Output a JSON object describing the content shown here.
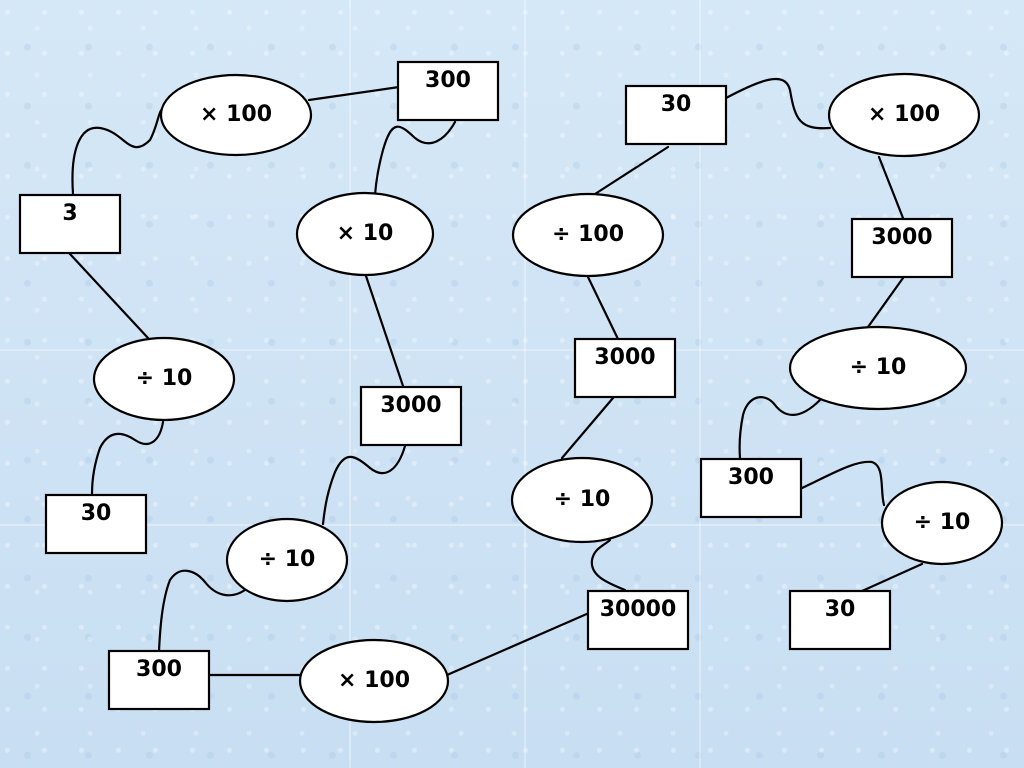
{
  "nodes": [
    {
      "id": "n3",
      "kind": "box",
      "text": "3"
    },
    {
      "id": "op_x100_a",
      "kind": "oval",
      "text": "× 100"
    },
    {
      "id": "n300_a",
      "kind": "box",
      "text": "300"
    },
    {
      "id": "op_div10_a",
      "kind": "oval",
      "text": "÷ 10"
    },
    {
      "id": "n30_a",
      "kind": "box",
      "text": "30"
    },
    {
      "id": "op_x10",
      "kind": "oval",
      "text": "× 10"
    },
    {
      "id": "n3000_a",
      "kind": "box",
      "text": "3000"
    },
    {
      "id": "op_div10_b",
      "kind": "oval",
      "text": "÷ 10"
    },
    {
      "id": "n300_b",
      "kind": "box",
      "text": "300"
    },
    {
      "id": "op_x100_b",
      "kind": "oval",
      "text": "× 100"
    },
    {
      "id": "n30000",
      "kind": "box",
      "text": "30000"
    },
    {
      "id": "op_div10_c",
      "kind": "oval",
      "text": "÷ 10"
    },
    {
      "id": "n3000_b",
      "kind": "box",
      "text": "3000"
    },
    {
      "id": "op_div100",
      "kind": "oval",
      "text": "÷ 100"
    },
    {
      "id": "n30_b",
      "kind": "box",
      "text": "30"
    },
    {
      "id": "op_x100_c",
      "kind": "oval",
      "text": "× 100"
    },
    {
      "id": "n3000_c",
      "kind": "box",
      "text": "3000"
    },
    {
      "id": "op_div10_d",
      "kind": "oval",
      "text": "÷ 10"
    },
    {
      "id": "n300_c",
      "kind": "box",
      "text": "300"
    },
    {
      "id": "op_div10_e",
      "kind": "oval",
      "text": "÷ 10"
    },
    {
      "id": "n30_c",
      "kind": "box",
      "text": "30"
    }
  ],
  "edges": [
    [
      "n3",
      "op_x100_a"
    ],
    [
      "op_x100_a",
      "n300_a"
    ],
    [
      "n300_a",
      "op_x10"
    ],
    [
      "op_x10",
      "n3000_a"
    ],
    [
      "n3000_a",
      "op_div10_b"
    ],
    [
      "op_div10_b",
      "n300_b"
    ],
    [
      "n300_b",
      "op_x100_b"
    ],
    [
      "op_x100_b",
      "n30000"
    ],
    [
      "n30000",
      "op_div10_c"
    ],
    [
      "op_div10_c",
      "n3000_b"
    ],
    [
      "n3000_b",
      "op_div100"
    ],
    [
      "op_div100",
      "n30_b"
    ],
    [
      "n30_b",
      "op_x100_c"
    ],
    [
      "op_x100_c",
      "n3000_c"
    ],
    [
      "n3000_c",
      "op_div10_d"
    ],
    [
      "op_div10_d",
      "n300_c"
    ],
    [
      "n300_c",
      "op_div10_e"
    ],
    [
      "op_div10_e",
      "n30_c"
    ],
    [
      "n3",
      "op_div10_a"
    ],
    [
      "op_div10_a",
      "n30_a"
    ]
  ],
  "colors": {
    "background": "#cfe4f5",
    "shape_fill": "#ffffff",
    "stroke": "#000000"
  }
}
